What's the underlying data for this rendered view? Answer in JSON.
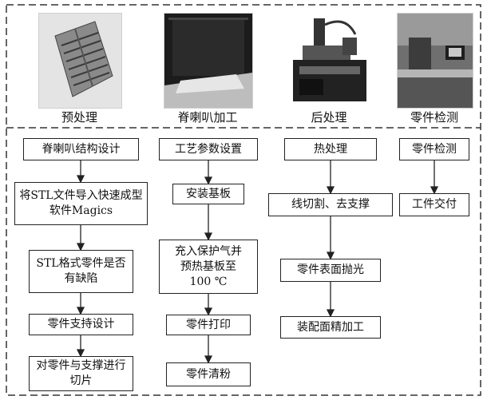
{
  "stages": [
    {
      "label": "预处理",
      "photo": "3D model render of ridged lattice part"
    },
    {
      "label": "脊喇叭加工",
      "photo": "dark metal printer build chamber"
    },
    {
      "label": "后处理",
      "photo": "wire EDM cutting machine"
    },
    {
      "label": "零件检测",
      "photo": "inspection lab with computer workstation"
    }
  ],
  "flows": {
    "col1": [
      "脊喇叭结构设计",
      "将STL文件导入快速成型软件Magics",
      "STL格式零件是否有缺陷",
      "零件支持设计",
      "对零件与支撑进行切片"
    ],
    "col2": [
      "工艺参数设置",
      "安装基板",
      "充入保护气并预热基板至100 ℃",
      "零件打印",
      "零件清粉"
    ],
    "col3": [
      "热处理",
      "线切割、去支撑",
      "零件表面抛光",
      "装配面精加工"
    ],
    "col4": [
      "零件检测",
      "工件交付"
    ]
  },
  "colors": {
    "line": "#222222",
    "dash": "#333333"
  }
}
